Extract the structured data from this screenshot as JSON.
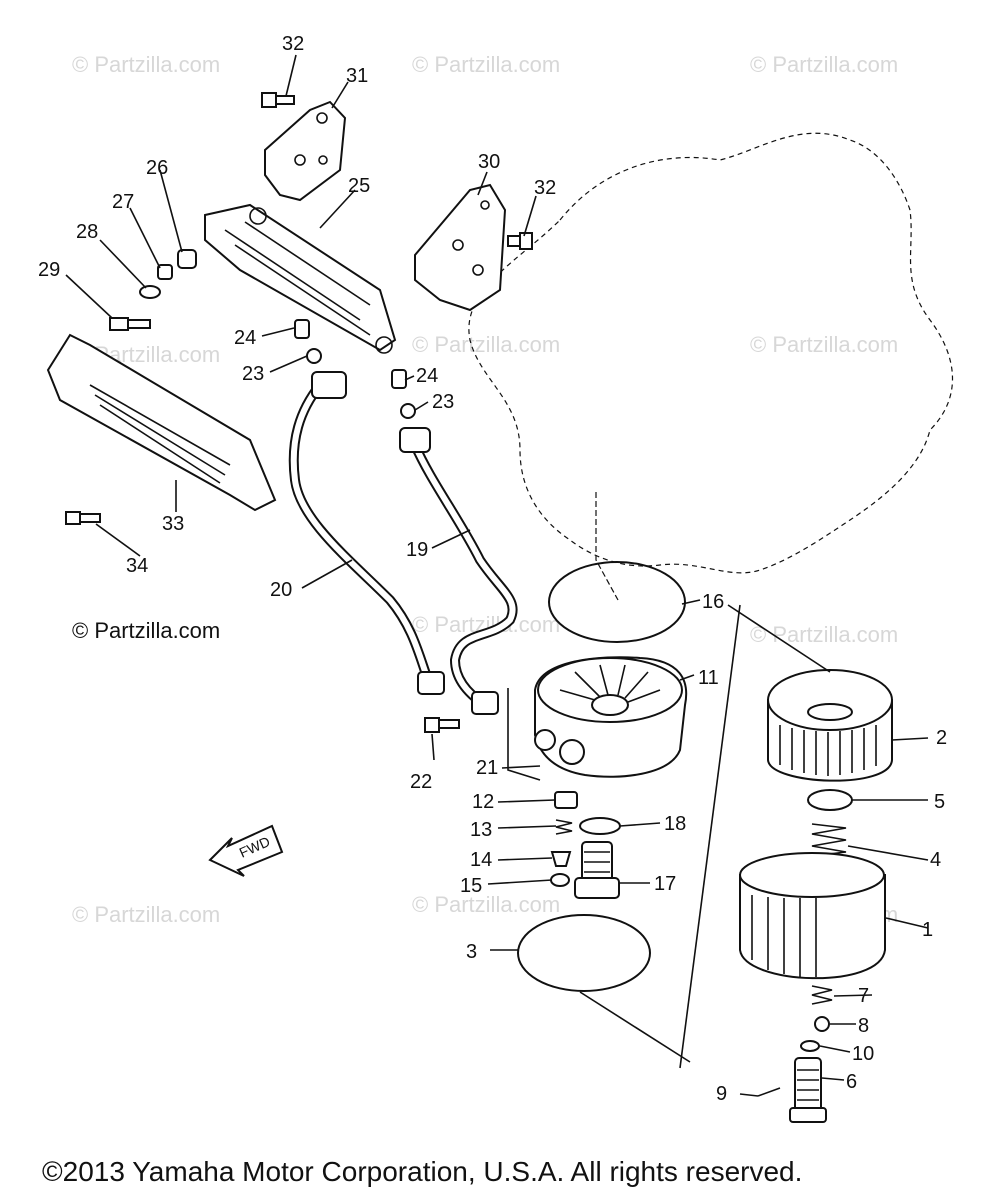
{
  "watermark_text": "© Partzilla.com",
  "copyright": "©2013  Yamaha Motor Corporation, U.S.A. All rights reserved.",
  "fwd_label": "FWD",
  "callouts": [
    "32",
    "31",
    "25",
    "26",
    "27",
    "28",
    "29",
    "30",
    "32",
    "24",
    "23",
    "24",
    "23",
    "33",
    "34",
    "19",
    "20",
    "16",
    "11",
    "2",
    "5",
    "4",
    "1",
    "7",
    "8",
    "10",
    "6",
    "9",
    "22",
    "21",
    "12",
    "13",
    "14",
    "15",
    "17",
    "18",
    "3"
  ]
}
